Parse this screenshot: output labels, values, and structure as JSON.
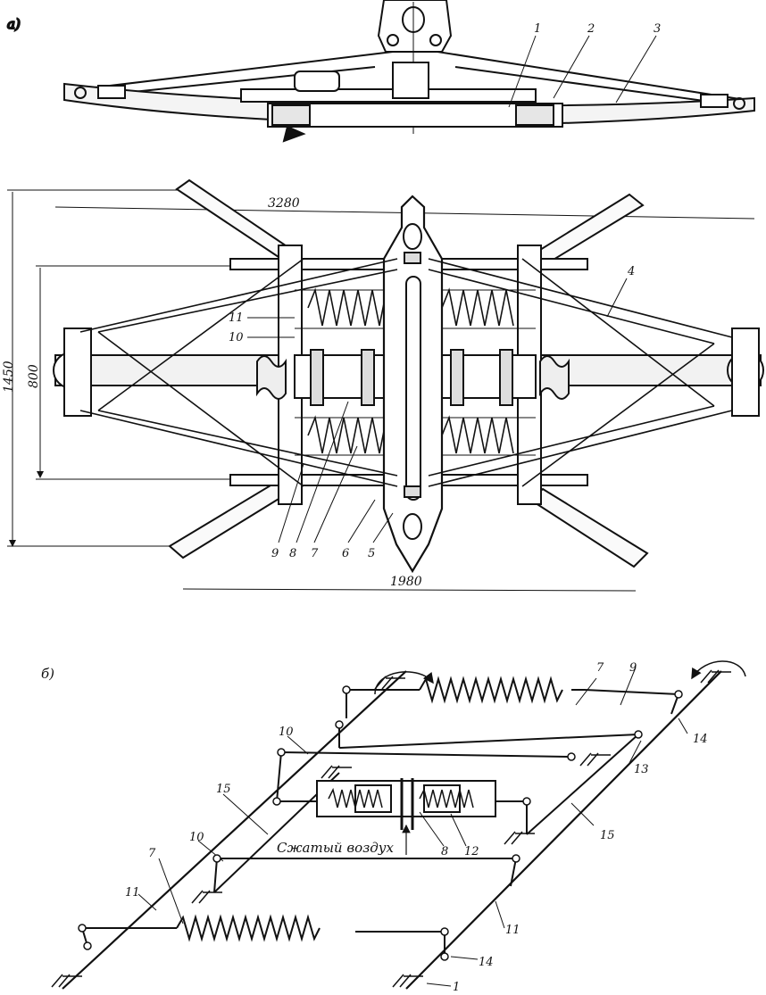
{
  "panel_labels": {
    "a": "а)",
    "b": "б)"
  },
  "dimensions": {
    "span_total": "3280",
    "height_total": "1450",
    "height_inner": "800",
    "width_bottom": "1980"
  },
  "top_view_callouts": [
    "1",
    "2",
    "3"
  ],
  "plan_view_callouts": {
    "right": "4",
    "left_upper": "11",
    "left_lower": "10",
    "bottom": [
      "9",
      "8",
      "7",
      "6",
      "5"
    ]
  },
  "scheme_callouts": {
    "spring_top": "7",
    "rod_top": "9",
    "rod_left_upper": "10",
    "rod_left_lower": "10",
    "frame_left": "15",
    "frame_right": "15",
    "spring_bottom": "7",
    "lever_left": "11",
    "lever_right": "11",
    "cylinder": "8",
    "cylinder_spring": "12",
    "hinge_right": "13",
    "pivot_top_right": "14",
    "pivot_bottom": "14",
    "frame_base": "1"
  },
  "air_label": "Сжатый воздух",
  "colors": {
    "ink": "#111111",
    "paper": "#ffffff",
    "shade": "#cfcfcf"
  }
}
